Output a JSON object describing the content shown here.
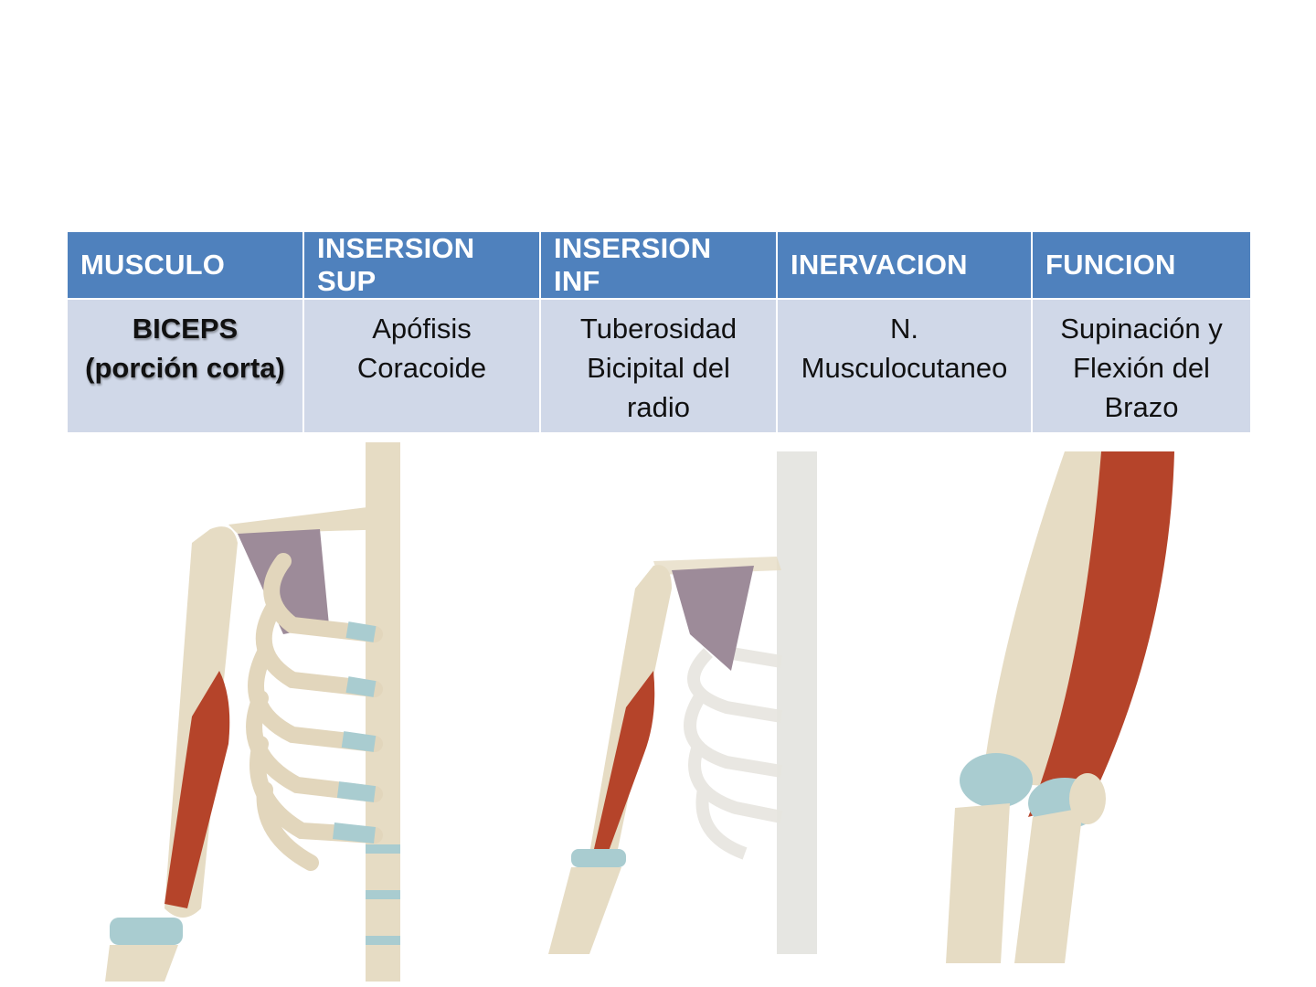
{
  "table": {
    "headers": [
      "MUSCULO",
      "INSERSION SUP",
      "INSERSION INF",
      "INERVACION",
      "FUNCION"
    ],
    "row": {
      "musculo": [
        "BICEPS",
        "(porción corta)"
      ],
      "insersion_sup": [
        "Apófisis",
        "Coracoide"
      ],
      "insersion_inf": [
        "Tuberosidad",
        "Bicipital del",
        "radio"
      ],
      "inervacion": [
        "N.",
        "Musculocutaneo"
      ],
      "funcion": [
        "Supinación y",
        "Flexión del",
        "Brazo"
      ]
    }
  },
  "colors": {
    "header_bg": "#4f81bd",
    "row_bg": "#d0d8e8",
    "bone": "#e6dcc4",
    "cartilage": "#a9ccd0",
    "muscle": "#b5442a",
    "scapula": "#9d8b99"
  },
  "figures": [
    {
      "label": "anterior-thorax-arm-view"
    },
    {
      "label": "anterior-arm-translucent-ribcage-view"
    },
    {
      "label": "elbow-closeup-view"
    }
  ]
}
